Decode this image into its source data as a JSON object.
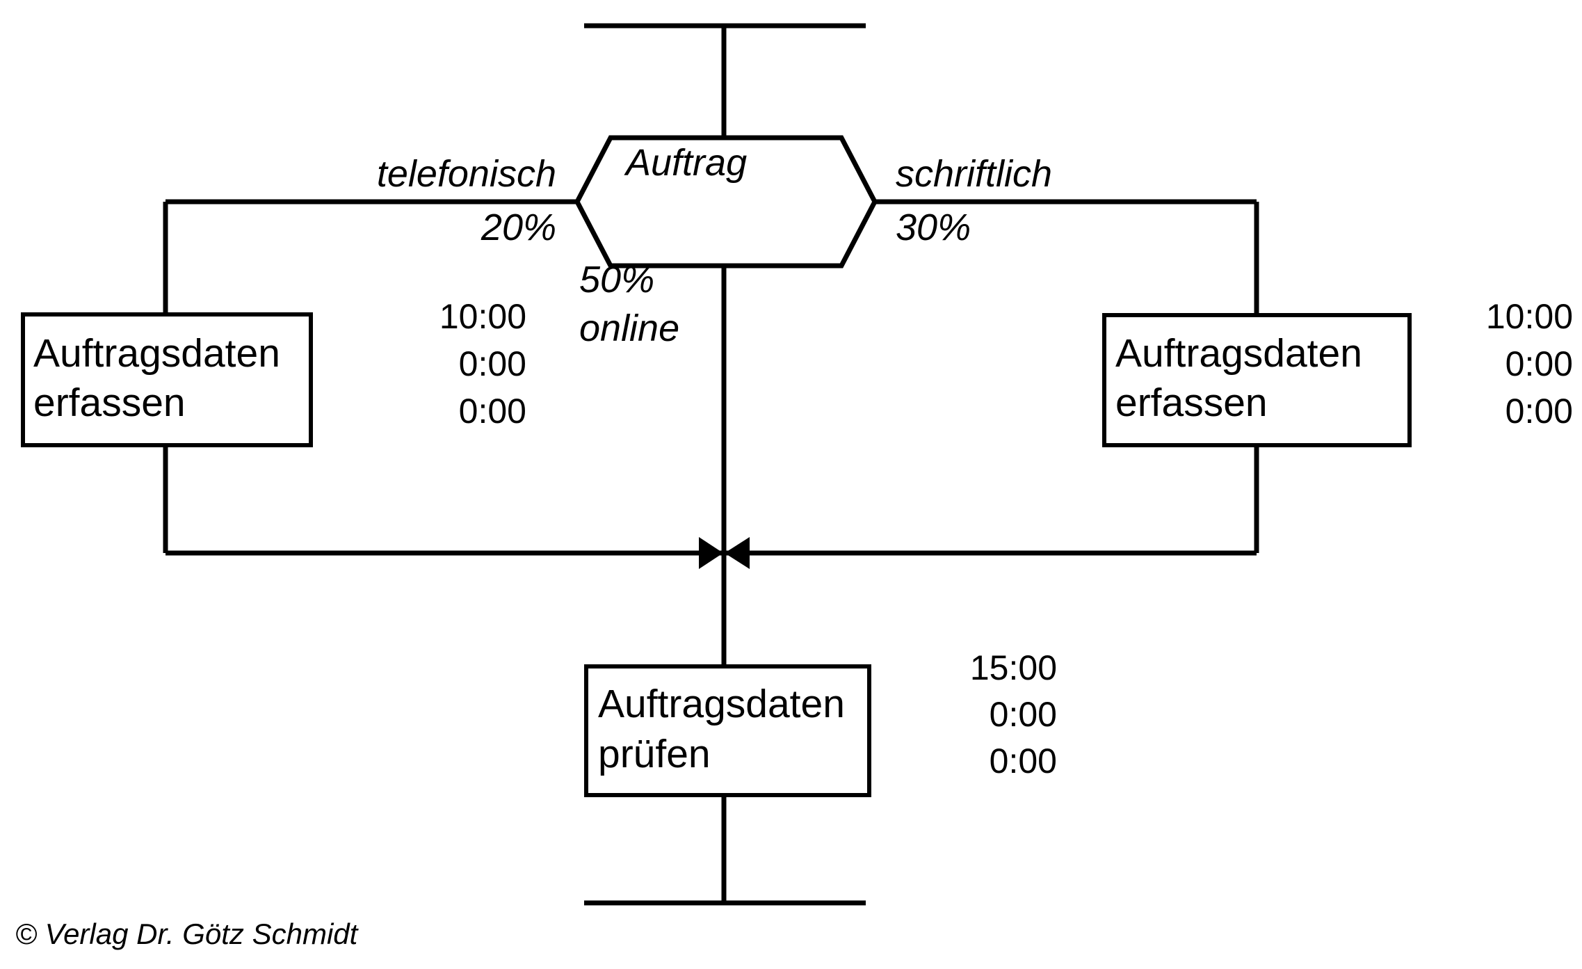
{
  "diagram": {
    "type": "process-flowchart",
    "language": "de",
    "start_terminator": "",
    "end_terminator": "",
    "decision": {
      "label": "Auftrag",
      "branches": [
        {
          "id": "left",
          "label": "telefonisch",
          "percent": "20%"
        },
        {
          "id": "right",
          "label": "schriftlich",
          "percent": "30%"
        },
        {
          "id": "down",
          "percent": "50%",
          "label": "online"
        }
      ]
    },
    "nodes": [
      {
        "id": "left-task",
        "line1": "Auftragsdaten",
        "line2": "erfassen",
        "times": [
          "10:00",
          "0:00",
          "0:00"
        ]
      },
      {
        "id": "right-task",
        "line1": "Auftragsdaten",
        "line2": "erfassen",
        "times": [
          "10:00",
          "0:00",
          "0:00"
        ]
      },
      {
        "id": "check-task",
        "line1": "Auftragsdaten",
        "line2": "prüfen",
        "times": [
          "15:00",
          "0:00",
          "0:00"
        ]
      }
    ],
    "junction": {
      "name": "merge-junction"
    },
    "copyright": "© Verlag Dr. Götz Schmidt",
    "colors": {
      "stroke": "#000000",
      "background": "#ffffff",
      "text": "#000000"
    }
  }
}
